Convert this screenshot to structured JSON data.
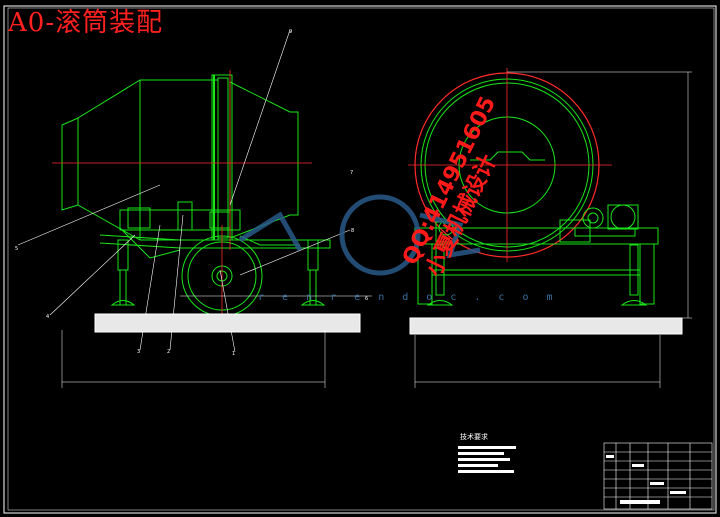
{
  "drawing": {
    "title": "A0-滚筒装配",
    "watermark_qq": "QQ:414951605",
    "watermark_name": "小夏机械设计",
    "watermark_site": "r e n r e n d o c . c o m",
    "tech_requirements": "技术要求",
    "balloons": [
      "9",
      "8",
      "7",
      "6",
      "5",
      "4",
      "3",
      "2",
      "1"
    ]
  },
  "colors": {
    "background": "#000000",
    "frame": "#ffffff",
    "geometry": "#19e619",
    "centerline": "#ff2a2a",
    "dimension": "#ffffff",
    "title_text": "#ff2020",
    "watermark_logo": "#2a5a8a"
  }
}
